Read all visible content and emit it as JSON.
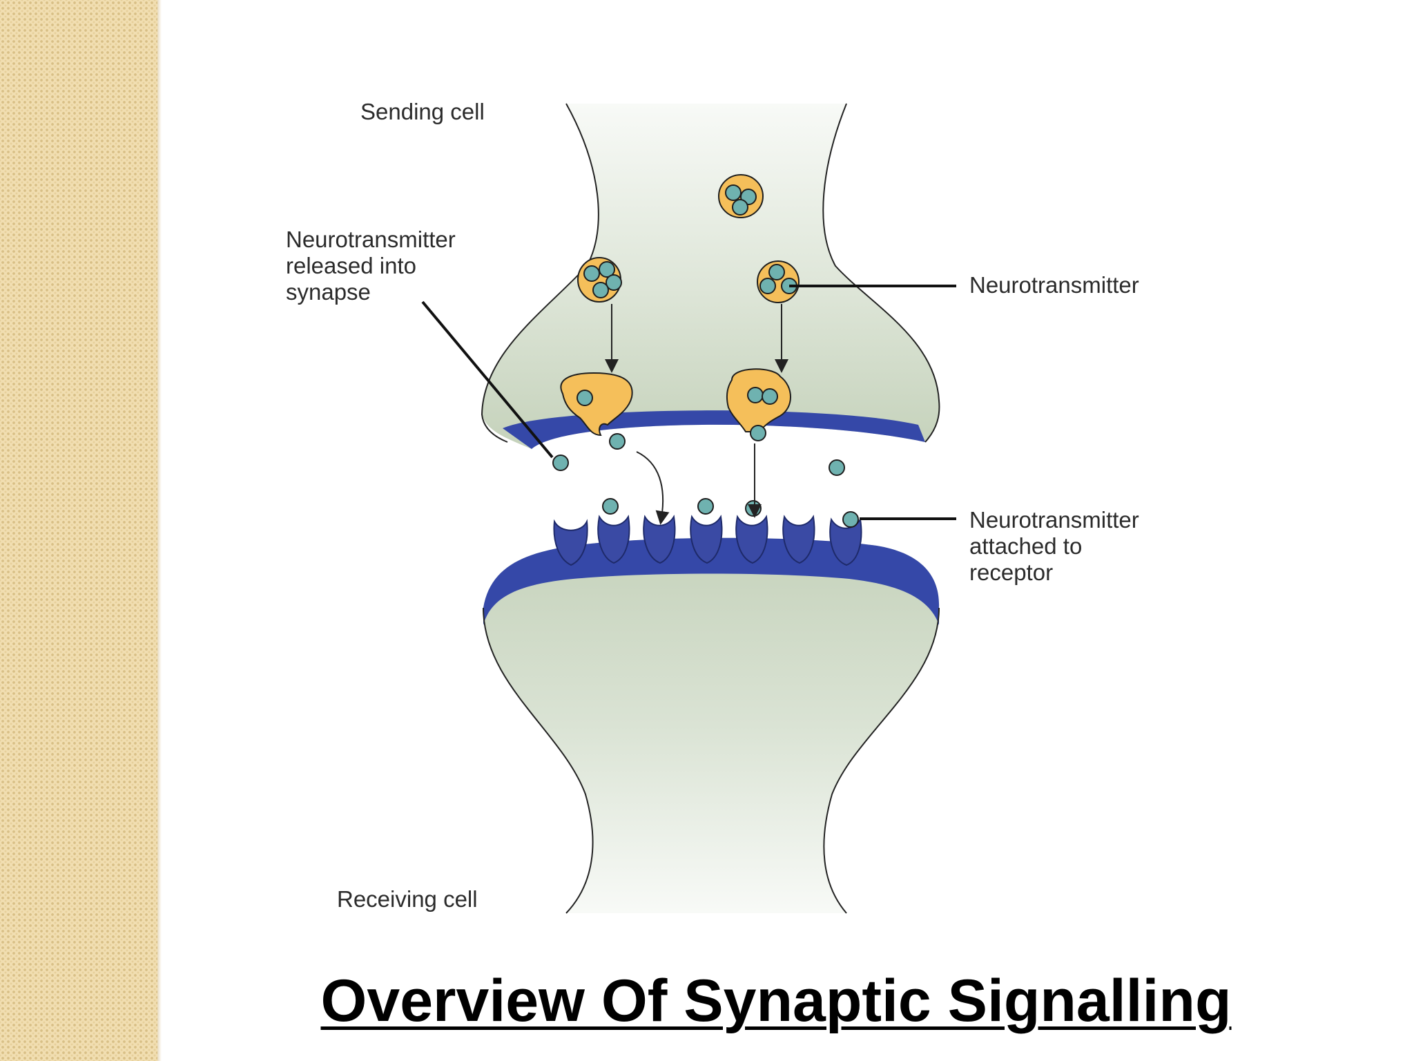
{
  "labels": {
    "sending_cell": "Sending cell",
    "receiving_cell": "Receiving cell",
    "released": "Neurotransmitter\nreleased into\nsynapse",
    "neurotransmitter": "Neurotransmitter",
    "attached": "Neurotransmitter\nattached to\nreceptor"
  },
  "title": "Overview Of Synaptic Signalling",
  "colors": {
    "cell_fill": "#c9d5bf",
    "membrane": "#3548a8",
    "vesicle": "#f5bf5a",
    "neurotransmitter": "#6fb2b0",
    "receptor": "#3a4aa4",
    "side_strip": "#f1deb1"
  }
}
